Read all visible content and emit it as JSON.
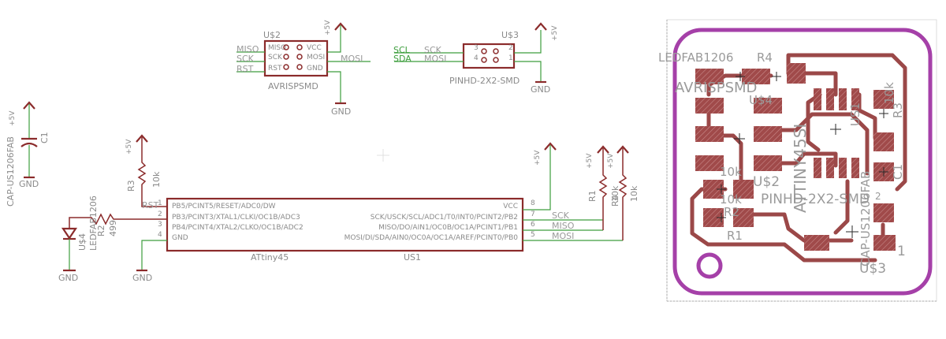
{
  "schematic": {
    "power": {
      "vcc": "+5V",
      "gnd": "GND"
    },
    "u2": {
      "name": "U$2",
      "device": "AVRISPSMD",
      "pins": [
        "MISO",
        "SCK",
        "RST",
        "VCC",
        "MOSI",
        "GND"
      ],
      "nets": [
        "MISO",
        "SCK",
        "RST",
        "MOSI"
      ]
    },
    "u3": {
      "name": "U$3",
      "device": "PINHD-2X2-SMD",
      "pin_numbers": [
        "3",
        "4",
        "2",
        "1"
      ],
      "nets": [
        "SCL",
        "SDA",
        "SCK",
        "MOSI"
      ]
    },
    "c1": {
      "name": "C1",
      "device": "CAP-US1206FAB"
    },
    "r3": {
      "name": "R3",
      "value": "10k"
    },
    "r1": {
      "name": "R1",
      "value": "10k"
    },
    "r4": {
      "name": "R4",
      "value": "10k"
    },
    "r2": {
      "name": "R2",
      "value": "499"
    },
    "led": {
      "name": "U$4",
      "device": "LEDFAB1206"
    },
    "ic": {
      "name": "US1",
      "device": "ATtiny45",
      "left_pins": [
        "PB5/PCINT5/RESET/ADC0/DW",
        "PB3/PCINT3/XTAL1/CLKI/OC1B/ADC3",
        "PB4/PCINT4/XTAL2/CLKO/OC1B/ADC2",
        "GND"
      ],
      "left_nums": [
        "1",
        "2",
        "3",
        "4"
      ],
      "right_pins": [
        "VCC",
        "SCK/USCK/SCL/ADC1/T0/INT0/PCINT2/PB2",
        "MISO/DO/AIN1/OC0B/OC1A/PCINT1/PB1",
        "MOSI/DI/SDA/AIN0/OC0A/OC1A/AREF/PCINT0/PB0"
      ],
      "right_nums": [
        "8",
        "7",
        "6",
        "5"
      ],
      "net_labels": [
        "RST",
        "SCK",
        "MISO",
        "MOSI"
      ]
    }
  },
  "board": {
    "labels": {
      "ledfab": "LEDFAB1206",
      "r4": "R4",
      "avrisp": "AVRISPSMD",
      "u4": "U$4",
      "r3": "R3",
      "attiny": "ATTINY45SI",
      "us1": "US1",
      "c1": "C1",
      "tenk_a": "10k",
      "tenk_b": "10k",
      "tenk_c": "10k",
      "u2": "U$2",
      "r2": "R2",
      "pinhd": "PINHD-2X2-SMD",
      "r1": "R1",
      "cap": "CAP-US1206FAB",
      "one": "1",
      "u3": "U$3",
      "pad_num": "2"
    },
    "colors": {
      "outline": "#a540a8",
      "pad": "#a04a4a",
      "trace": "#9b4848"
    }
  }
}
